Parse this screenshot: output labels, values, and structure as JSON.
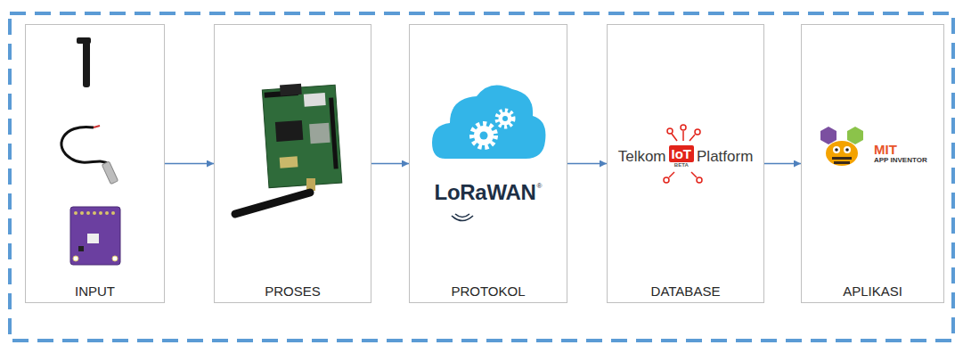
{
  "diagram": {
    "nodes": [
      {
        "text": [
          "INPUT"
        ]
      },
      {
        "text": [
          "PROSES"
        ]
      },
      {
        "text": [
          "LoRaWAN",
          "®",
          "PROTOKOL"
        ]
      },
      {
        "text": [
          "Telkom",
          "IoT",
          "Platform",
          "BETA",
          "DATABASE"
        ]
      },
      {
        "text": [
          "MIT",
          "APP INVENTOR",
          "APLIKASI"
        ]
      }
    ],
    "edges": [
      {
        "from": 0,
        "to": 1,
        "arrow": "to"
      },
      {
        "from": 1,
        "to": 2,
        "arrow": "to"
      },
      {
        "from": 2,
        "to": 3,
        "arrow": "to"
      },
      {
        "from": 3,
        "to": 4,
        "arrow": "to"
      }
    ]
  }
}
